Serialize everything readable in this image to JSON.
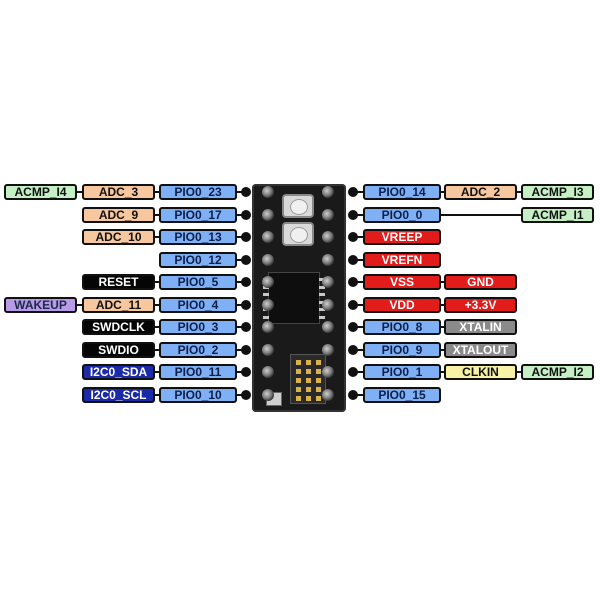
{
  "colors": {
    "gpio": "#7fb0f5",
    "adc": "#f7c79f",
    "acmp": "#c6efc6",
    "wake": "#b89be6",
    "black": "#050505",
    "power": "#e21b1b",
    "gray": "#8a8a8a",
    "i2c": "#1a2aa8",
    "clk": "#f7f2a6"
  },
  "pinout": {
    "left": [
      [
        "PIO0_23",
        "ADC_3",
        "ACMP_I4"
      ],
      [
        "PIO0_17",
        "ADC_9"
      ],
      [
        "PIO0_13",
        "ADC_10"
      ],
      [
        "PIO0_12"
      ],
      [
        "PIO0_5",
        "RESET"
      ],
      [
        "PIO0_4",
        "ADC_11",
        "WAKEUP"
      ],
      [
        "PIO0_3",
        "SWDCLK"
      ],
      [
        "PIO0_2",
        "SWDIO"
      ],
      [
        "PIO0_11",
        "I2C0_SDA"
      ],
      [
        "PIO0_10",
        "I2C0_SCL"
      ]
    ],
    "right": [
      [
        "PIO0_14",
        "ADC_2",
        "ACMP_I3"
      ],
      [
        "PIO0_0",
        "",
        "ACMP_I1"
      ],
      [
        "VREEP"
      ],
      [
        "VREFN"
      ],
      [
        "VSS",
        "GND"
      ],
      [
        "VDD",
        "+3.3V"
      ],
      [
        "PIO0_8",
        "XTALIN"
      ],
      [
        "PIO0_9",
        "XTALOUT"
      ],
      [
        "PIO0_1",
        "CLKIN",
        "ACMP_I2"
      ],
      [
        "PIO0_15"
      ]
    ],
    "left_styles": [
      [
        "gpio",
        "adc",
        "acmp"
      ],
      [
        "gpio",
        "adc"
      ],
      [
        "gpio",
        "adc"
      ],
      [
        "gpio"
      ],
      [
        "gpio",
        "black"
      ],
      [
        "gpio",
        "adc",
        "wake"
      ],
      [
        "gpio",
        "black"
      ],
      [
        "gpio",
        "black"
      ],
      [
        "gpio",
        "i2c"
      ],
      [
        "gpio",
        "i2c"
      ]
    ],
    "right_styles": [
      [
        "gpio",
        "adc",
        "acmp"
      ],
      [
        "gpio",
        "",
        "acmp"
      ],
      [
        "power"
      ],
      [
        "power"
      ],
      [
        "power",
        "power"
      ],
      [
        "power",
        "power"
      ],
      [
        "gpio",
        "gray"
      ],
      [
        "gpio",
        "gray"
      ],
      [
        "gpio",
        "clk",
        "acmp"
      ],
      [
        "gpio"
      ]
    ]
  }
}
